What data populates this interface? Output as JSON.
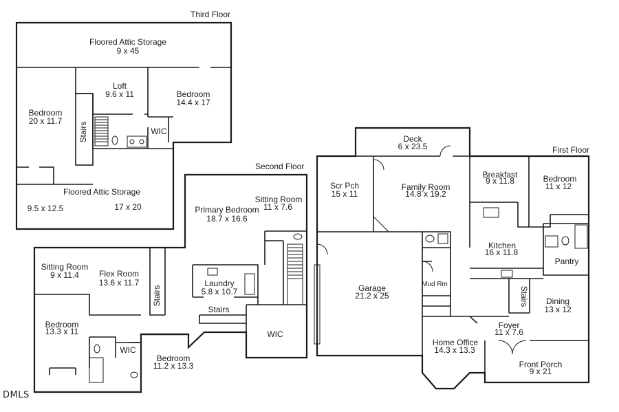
{
  "logo": "DMLS",
  "floors": {
    "third": "Third Floor",
    "second": "Second Floor",
    "first": "First Floor"
  },
  "rooms": [
    {
      "key": "t-floored-attic-top",
      "name": "Floored Attic Storage",
      "dims": "9 x 45"
    },
    {
      "key": "t-loft",
      "name": "Loft",
      "dims": "9.6 x 11"
    },
    {
      "key": "t-bedroom-right",
      "name": "Bedroom",
      "dims": "14.4 x 17"
    },
    {
      "key": "t-bedroom-left",
      "name": "Bedroom",
      "dims": "20 x 11.7"
    },
    {
      "key": "t-stairs",
      "name": "Stairs",
      "dims": ""
    },
    {
      "key": "t-wic",
      "name": "WIC",
      "dims": ""
    },
    {
      "key": "t-floored-attic-bottom",
      "name": "Floored Attic Storage",
      "dims": ""
    },
    {
      "key": "t-attic-dim-left",
      "name": "",
      "dims": "9.5 x 12.5"
    },
    {
      "key": "t-attic-dim-right",
      "name": "",
      "dims": "17 x 20"
    },
    {
      "key": "s-sitting-room-right",
      "name": "Sitting Room",
      "dims": "11 x 7.6"
    },
    {
      "key": "s-primary-bedroom",
      "name": "Primary Bedroom",
      "dims": "18.7 x 16.6"
    },
    {
      "key": "s-sitting-room-left",
      "name": "Sitting Room",
      "dims": "9 x 11.4"
    },
    {
      "key": "s-flex-room",
      "name": "Flex Room",
      "dims": "13.6 x 11.7"
    },
    {
      "key": "s-laundry",
      "name": "Laundry",
      "dims": "5.8 x 10.7"
    },
    {
      "key": "s-stairs-vertical",
      "name": "Stairs",
      "dims": ""
    },
    {
      "key": "s-stairs-horizontal",
      "name": "Stairs",
      "dims": ""
    },
    {
      "key": "s-bedroom-left",
      "name": "Bedroom",
      "dims": "13.3 x 11"
    },
    {
      "key": "s-wic-left",
      "name": "WIC",
      "dims": ""
    },
    {
      "key": "s-bedroom-bottom",
      "name": "Bedroom",
      "dims": "11.2 x 13.3"
    },
    {
      "key": "s-wic-right",
      "name": "WIC",
      "dims": ""
    },
    {
      "key": "f-deck",
      "name": "Deck",
      "dims": "6 x 23.5"
    },
    {
      "key": "f-scr-pch",
      "name": "Scr Pch",
      "dims": "15 x 11"
    },
    {
      "key": "f-family-room",
      "name": "Family Room",
      "dims": "14.8 x 19.2"
    },
    {
      "key": "f-breakfast",
      "name": "Breakfast",
      "dims": "9 x 11.8"
    },
    {
      "key": "f-bedroom",
      "name": "Bedroom",
      "dims": "11 x 12"
    },
    {
      "key": "f-kitchen",
      "name": "Kitchen",
      "dims": "16 x 11.8"
    },
    {
      "key": "f-pantry",
      "name": "Pantry",
      "dims": ""
    },
    {
      "key": "f-garage",
      "name": "Garage",
      "dims": "21.2 x 25"
    },
    {
      "key": "f-mud-rm",
      "name": "Mud Rm",
      "dims": ""
    },
    {
      "key": "f-stairs",
      "name": "Stairs",
      "dims": ""
    },
    {
      "key": "f-dining",
      "name": "Dining",
      "dims": "13 x 12"
    },
    {
      "key": "f-foyer",
      "name": "Foyer",
      "dims": "11 x 7.6"
    },
    {
      "key": "f-home-office",
      "name": "Home Office",
      "dims": "14.3 x 13.3"
    },
    {
      "key": "f-front-porch",
      "name": "Front Porch",
      "dims": "9 x 21"
    }
  ]
}
